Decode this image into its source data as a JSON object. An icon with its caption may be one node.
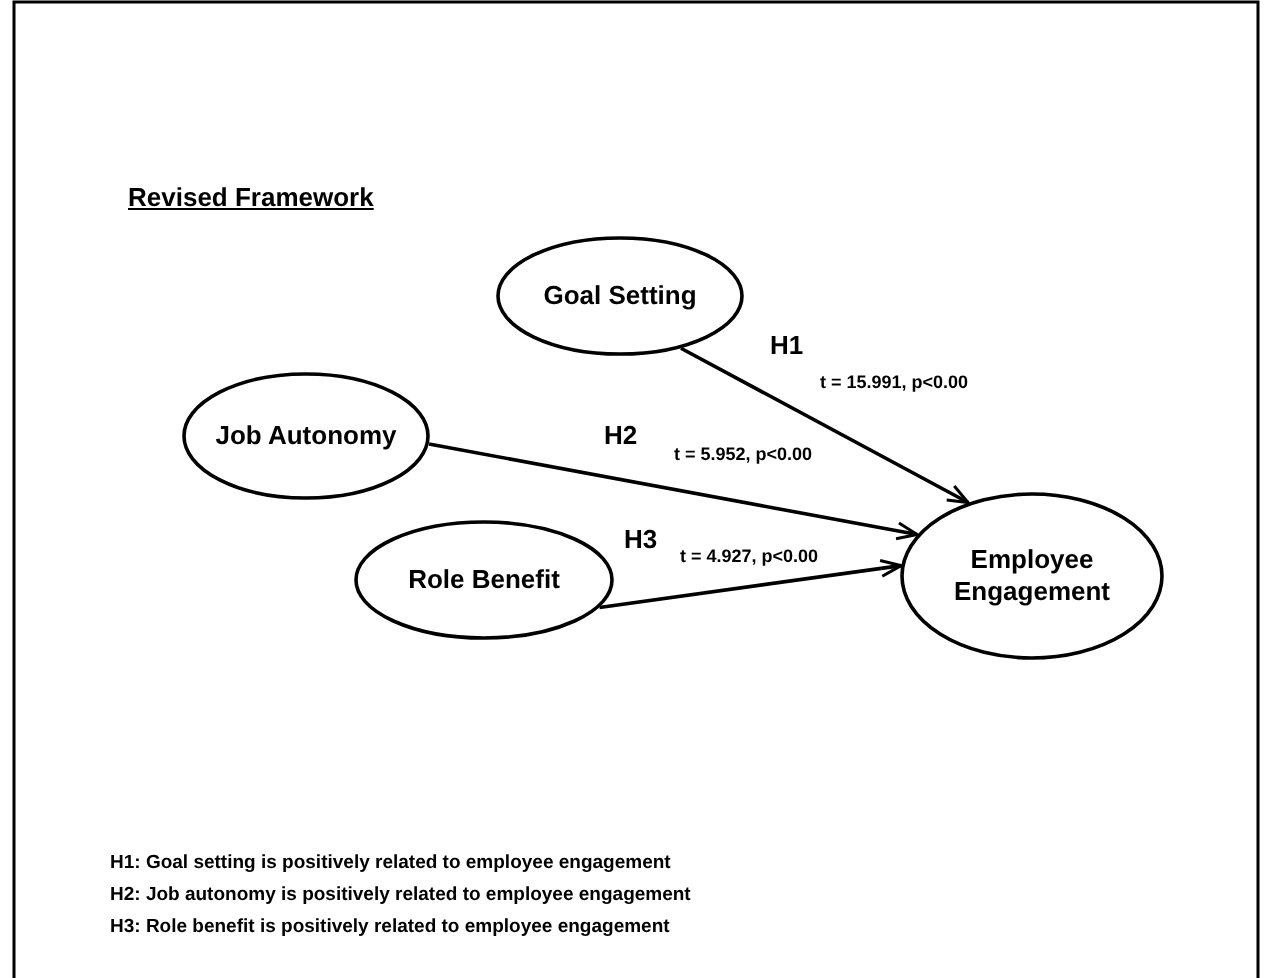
{
  "diagram": {
    "title": "Revised Framework",
    "nodes": [
      {
        "text": [
          "Goal Setting"
        ]
      },
      {
        "text": [
          "Job Autonomy"
        ]
      },
      {
        "text": [
          "Role Benefit"
        ]
      },
      {
        "text": [
          "Employee Engagement"
        ]
      }
    ],
    "edges": [
      {
        "from": 0,
        "to": 3,
        "arrow": "to",
        "label": "H1"
      },
      {
        "from": 1,
        "to": 3,
        "arrow": "to",
        "label": "H2"
      },
      {
        "from": 2,
        "to": 3,
        "arrow": "to",
        "label": "H3"
      }
    ],
    "labels": [
      "t = 15.991, p<0.00",
      "t = 5.952, p<0.00",
      "t = 4.927, p<0.00",
      "H1: Goal setting is positively related to employee engagement",
      "H2: Job autonomy is positively related to employee engagement",
      "H3: Role benefit is positively related to employee engagement"
    ]
  }
}
